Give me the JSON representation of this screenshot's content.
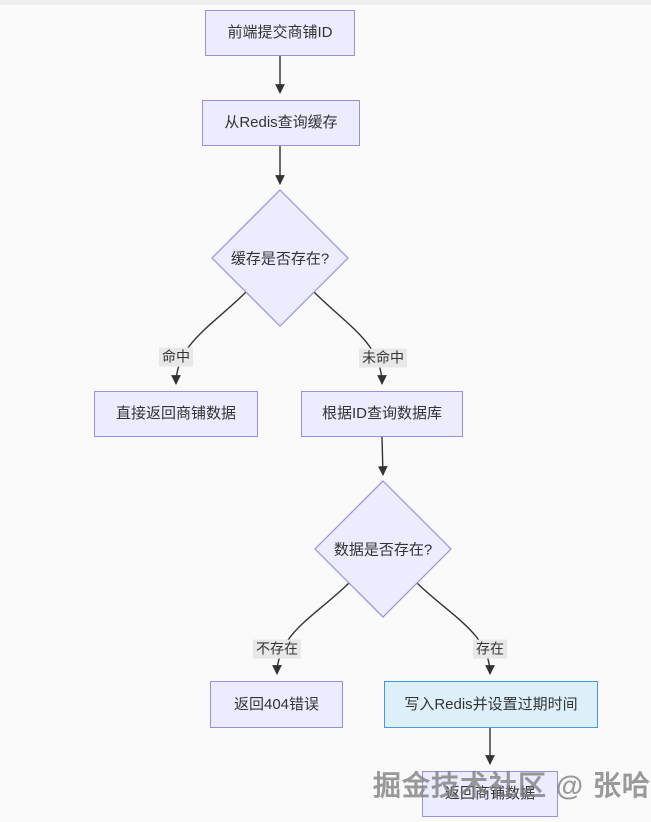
{
  "diagram": {
    "type": "flowchart",
    "direction": "top-down",
    "nodes": [
      {
        "id": "A",
        "label": "前端提交商铺ID",
        "shape": "rect"
      },
      {
        "id": "B",
        "label": "从Redis查询缓存",
        "shape": "rect"
      },
      {
        "id": "C",
        "label": "缓存是否存在?",
        "shape": "diamond"
      },
      {
        "id": "D",
        "label": "直接返回商铺数据",
        "shape": "rect"
      },
      {
        "id": "E",
        "label": "根据ID查询数据库",
        "shape": "rect"
      },
      {
        "id": "F",
        "label": "数据是否存在?",
        "shape": "diamond"
      },
      {
        "id": "G",
        "label": "返回404错误",
        "shape": "rect"
      },
      {
        "id": "H",
        "label": "写入Redis并设置过期时间",
        "shape": "rect",
        "highlight": true
      },
      {
        "id": "I",
        "label": "返回商铺数据",
        "shape": "rect"
      }
    ],
    "edges": [
      {
        "from": "A",
        "to": "B",
        "label": ""
      },
      {
        "from": "B",
        "to": "C",
        "label": ""
      },
      {
        "from": "C",
        "to": "D",
        "label": "命中"
      },
      {
        "from": "C",
        "to": "E",
        "label": "未命中"
      },
      {
        "from": "E",
        "to": "F",
        "label": ""
      },
      {
        "from": "F",
        "to": "G",
        "label": "不存在"
      },
      {
        "from": "F",
        "to": "H",
        "label": "存在"
      },
      {
        "from": "H",
        "to": "I",
        "label": ""
      }
    ],
    "colors": {
      "node_fill": "#ececff",
      "node_border": "#9a8fdb",
      "highlight_fill": "#ddf0fa",
      "highlight_border": "#459ade",
      "edge_line": "#333333",
      "edge_label_bg": "#e8e8e8",
      "text": "#333333",
      "background": "#fafafa"
    }
  },
  "watermark": {
    "text": "掘金技术社区 @ 张哈大"
  }
}
